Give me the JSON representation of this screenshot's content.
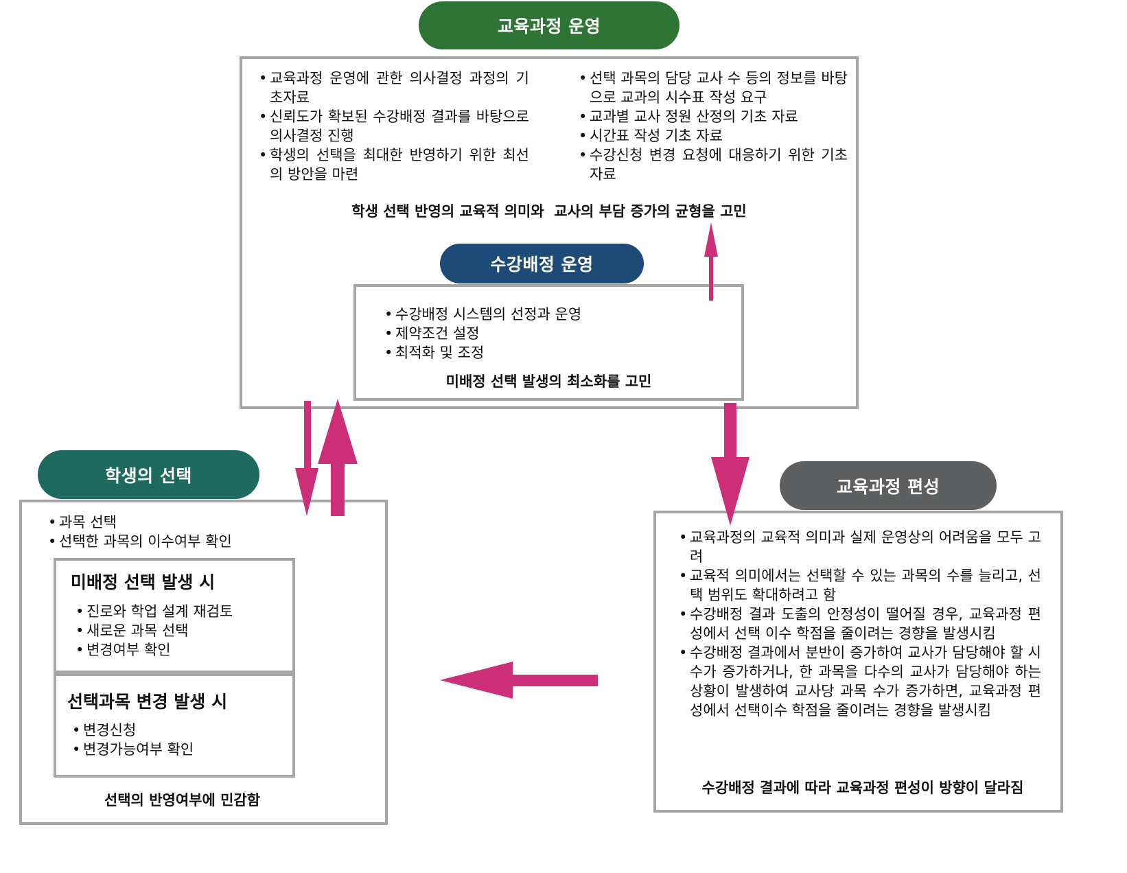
{
  "colors": {
    "operation_pill": "#2e7535",
    "allocation_pill": "#1e4a78",
    "student_pill": "#1f6a60",
    "compile_pill": "#5d5f60",
    "arrow": "#cc2f77",
    "box_border": "#a5a5a5"
  },
  "operation": {
    "title": "교육과정 운영",
    "left_items": [
      "교육과정 운영에 관한 의사결정 과정의 기초자료",
      "신뢰도가 확보된 수강배정 결과를 바탕으로 의사결정 진행",
      "학생의 선택을 최대한 반영하기 위한 최선의 방안을 마련"
    ],
    "right_items": [
      "선택 과목의 담당 교사 수 등의 정보를 바탕으로 교과의 시수표 작성 요구",
      "교과별 교사 정원 산정의 기초 자료",
      "시간표 작성 기초 자료",
      "수강신청 변경 요청에 대응하기 위한 기초 자료"
    ],
    "summary": "학생 선택 반영의 교육적 의미와  교사의 부담 증가의 균형을 고민"
  },
  "allocation": {
    "title": "수강배정 운영",
    "items": [
      "수강배정 시스템의 선정과 운영",
      "제약조건 설정",
      "최적화 및 조정"
    ],
    "summary": "미배정 선택 발생의 최소화를 고민"
  },
  "student": {
    "title": "학생의 선택",
    "items": [
      "과목 선택",
      "선택한 과목의 이수여부 확인"
    ],
    "unassigned": {
      "heading": "미배정 선택 발생 시",
      "items": [
        "진로와 학업 설계 재검토",
        "새로운 과목 선택",
        "변경여부 확인"
      ]
    },
    "change": {
      "heading": "선택과목 변경 발생 시",
      "items": [
        "변경신청",
        "변경가능여부 확인"
      ]
    },
    "summary": "선택의 반영여부에 민감함"
  },
  "compile": {
    "title": "교육과정 편성",
    "items": [
      "교육과정의 교육적 의미과 실제 운영상의 어려움을 모두 고려",
      "교육적 의미에서는 선택할 수 있는 과목의 수를 늘리고, 선택 범위도 확대하려고 함",
      "수강배정 결과 도출의 안정성이 떨어질 경우, 교육과정 편성에서 선택 이수 학점을 줄이려는 경향을 발생시킴",
      "수강배정 결과에서 분반이 증가하여 교사가 담당해야 할 시수가 증가하거나, 한 과목을 다수의 교사가 담당해야 하는 상황이 발생하여 교사당 과목 수가 증가하면, 교육과정 편성에서 선택이수 학점을 줄이려는 경향을 발생시킴"
    ],
    "summary": "수강배정 결과에 따라 교육과정 편성이 방향이 달라짐"
  }
}
